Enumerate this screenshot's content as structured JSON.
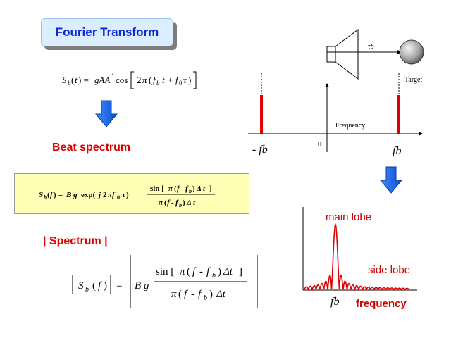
{
  "title": "Fourier Transform",
  "beat_label": "Beat spectrum",
  "spectrum_label": "| Spectrum |",
  "radar": {
    "tau_label": "τb",
    "target_label": "Target",
    "frequency_axis_label": "Frequency",
    "zero_label": "0",
    "neg_fb_label": "- fb",
    "pos_fb_label": "fb"
  },
  "sinc_plot": {
    "main_lobe_label": "main lobe",
    "side_lobe_label": "side lobe",
    "fb_label": "fb",
    "frequency_label": "frequency"
  },
  "colors": {
    "title_text": "#0b2bd6",
    "title_bg": "#dbeeff",
    "accent_red": "#e00000",
    "arrow_blue": "#1a6ff0",
    "formula_bg": "#ffffb6"
  }
}
